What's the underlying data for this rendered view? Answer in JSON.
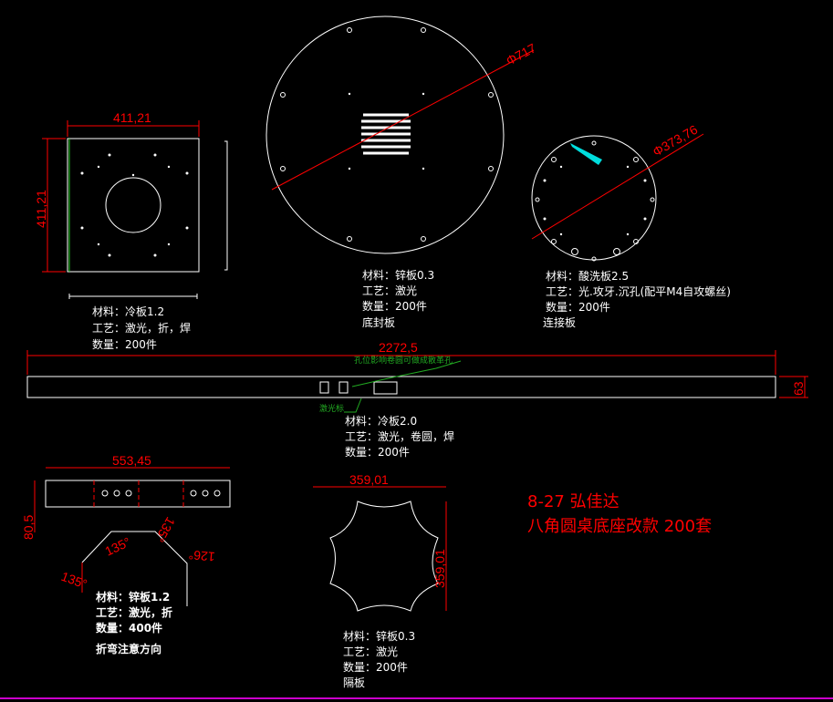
{
  "parts": {
    "cold_plate_square": {
      "dim_width": "411,21",
      "dim_height": "411,21",
      "material": "材料：冷板1.2",
      "process": "工艺：激光，折，焊",
      "quantity": "数量：200件"
    },
    "bottom_cover": {
      "dim_diameter": "Φ717",
      "material": "材料：锌板0.3",
      "process": "工艺：激光",
      "quantity": "数量：200件",
      "name": "底封板"
    },
    "connecting_plate": {
      "dim_diameter": "Φ373,76",
      "material": "材料：酸洗板2.5",
      "process": "工艺：光.攻牙.沉孔(配平M4自攻螺丝)",
      "quantity": "数量：200件",
      "name": "连接板"
    },
    "long_strip": {
      "dim_length": "2272,5",
      "dim_height": "63",
      "note_hole": "孔位影响卷圆可做成散革孔",
      "note_mark": "激光标",
      "material": "材料：冷板2.0",
      "process": "工艺：激光，卷圆，焊",
      "quantity": "数量：200件"
    },
    "bracket": {
      "dim_length": "553,45",
      "dim_height": "80,5",
      "angles": [
        "135°",
        "135°",
        "135°",
        "126°"
      ],
      "material": "材料：锌板1.2",
      "process": "工艺：激光，折",
      "quantity": "数量：400件",
      "note": "折弯注意方向"
    },
    "separator": {
      "dim_width": "359,01",
      "dim_height": "359,01",
      "material": "材料：锌板0.3",
      "process": "工艺：激光",
      "quantity": "数量：200件",
      "name": "隔板"
    }
  },
  "title_note": {
    "line1": "8-27 弘佳达",
    "line2": "八角圆桌底座改款 200套"
  },
  "colors": {
    "background": "#000000",
    "geometry": "#ffffff",
    "dimension": "#ff0000",
    "annotation": "#22aa22",
    "frame": "#cc00cc"
  }
}
